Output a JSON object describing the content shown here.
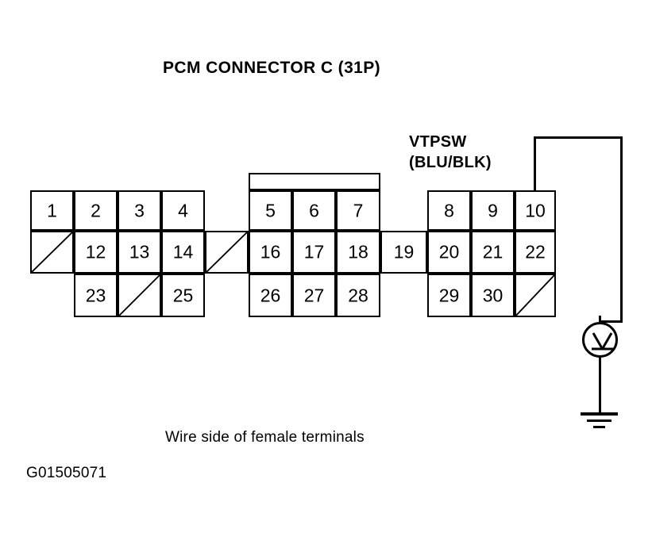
{
  "title": "PCM CONNECTOR C (31P)",
  "caption": "Wire side of female terminals",
  "figure_id": "G01505071",
  "signal": {
    "name": "VTPSW",
    "wire_color": "(BLU/BLK)"
  },
  "colors": {
    "line": "#000000",
    "background": "#ffffff"
  },
  "connector": {
    "name": "PCM CONNECTOR C",
    "pin_count": "31P",
    "blocks": [
      {
        "name": "left-block",
        "rows": [
          [
            "1",
            "2",
            "3",
            "4"
          ],
          [
            "",
            "12",
            "13",
            "14"
          ],
          [
            null,
            "23",
            "",
            "25"
          ]
        ]
      },
      {
        "name": "middle-block",
        "rows": [
          [
            "5",
            "6",
            "7"
          ],
          [
            "16",
            "17",
            "18"
          ],
          [
            "26",
            "27",
            "28"
          ]
        ]
      },
      {
        "name": "right-block",
        "rows": [
          [
            "8",
            "9",
            "10"
          ],
          [
            "20",
            "21",
            "22"
          ],
          [
            "29",
            "30",
            ""
          ]
        ]
      }
    ],
    "bridge_cells": [
      {
        "name": "bridge-left-middle",
        "pin": ""
      },
      {
        "name": "bridge-middle-right",
        "pin": "19"
      }
    ]
  },
  "test_equipment": {
    "meter_label": "V",
    "meter_type": "voltmeter",
    "ground_symbol": "earth-ground",
    "probe_pin": "10"
  }
}
